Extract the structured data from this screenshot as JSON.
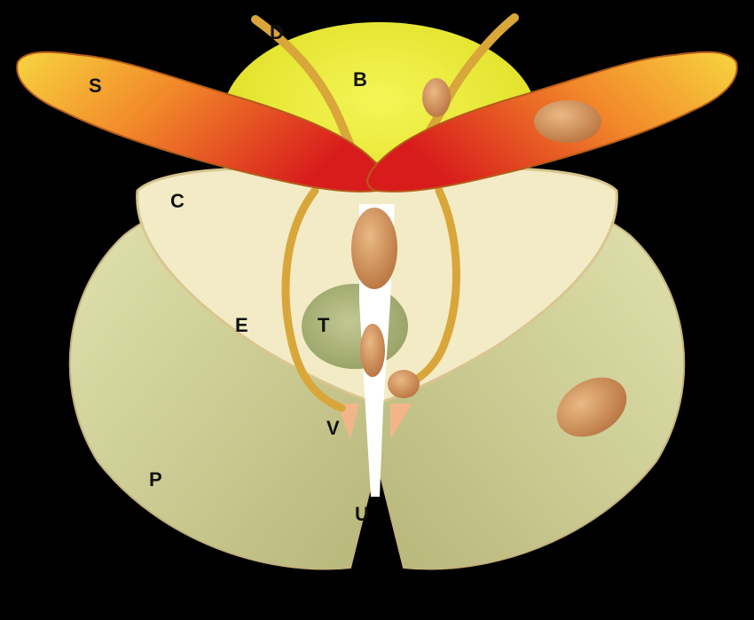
{
  "labels": {
    "S": "S",
    "D": "D",
    "B": "B",
    "C": "C",
    "E": "E",
    "T": "T",
    "V": "V",
    "P": "P",
    "U": "U"
  },
  "colors": {
    "background": "#000000",
    "peripheral_zone": "#cfcf92",
    "central_zone": "#f1e7bf",
    "bladder": "#e8e82a",
    "seminal_vesicle_outer": "#f4c542",
    "seminal_vesicle_inner": "#e0261e",
    "duct": "#d9a63a",
    "nodule": "#c98a55",
    "urethra": "#ffffff",
    "transition_zone": "#a9b47a"
  }
}
